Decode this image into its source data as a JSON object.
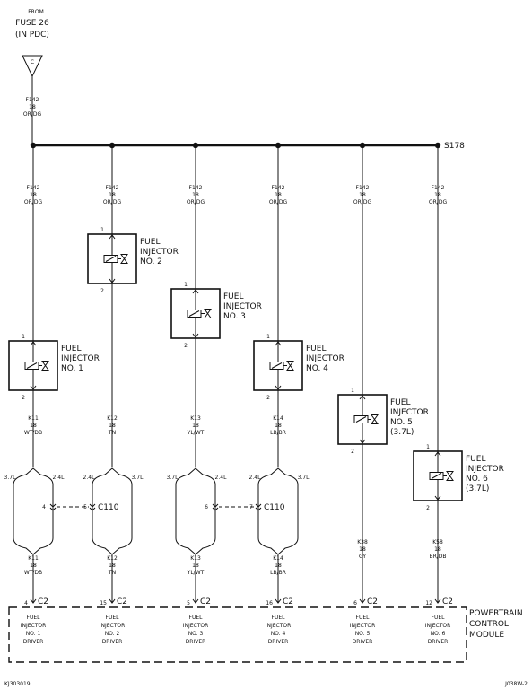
{
  "source": {
    "line1": "FROM",
    "line2": "FUSE 26",
    "line3": "(IN PDC)",
    "symbol": "C"
  },
  "feed_wire": {
    "circuit": "F142",
    "gauge": "18",
    "color": "OR/DG"
  },
  "splice": "S178",
  "connector": "C110",
  "connector_pin": "C2",
  "module": {
    "lines": [
      "POWERTRAIN",
      "CONTROL",
      "MODULE"
    ]
  },
  "footer": {
    "left": "KJ303019",
    "right": "J038W-2"
  },
  "pin_labels": {
    "in": "1",
    "out": "2"
  },
  "engine_tags": {
    "a": "3.7L",
    "b": "2.4L"
  },
  "channels": [
    {
      "injector": [
        "FUEL",
        "INJECTOR",
        "NO. 1"
      ],
      "top": {
        "circuit": "F142",
        "gauge": "18",
        "color": "OR/DG"
      },
      "out": {
        "circuit": "K11",
        "gauge": "18",
        "color": "WT/DB"
      },
      "c110_pin": "4",
      "left_tag": "3.7L",
      "right_tag": "2.4L",
      "pcm_pin": "4",
      "driver": [
        "FUEL",
        "INJECTOR",
        "NO. 1",
        "DRIVER"
      ]
    },
    {
      "injector": [
        "FUEL",
        "INJECTOR",
        "NO. 2"
      ],
      "top": {
        "circuit": "F142",
        "gauge": "18",
        "color": "OR/DG"
      },
      "out": {
        "circuit": "K12",
        "gauge": "18",
        "color": "TN"
      },
      "c110_pin": "5",
      "left_tag": "2.4L",
      "right_tag": "3.7L",
      "pcm_pin": "15",
      "driver": [
        "FUEL",
        "INJECTOR",
        "NO. 2",
        "DRIVER"
      ]
    },
    {
      "injector": [
        "FUEL",
        "INJECTOR",
        "NO. 3"
      ],
      "top": {
        "circuit": "F142",
        "gauge": "18",
        "color": "OR/DG"
      },
      "out": {
        "circuit": "K13",
        "gauge": "18",
        "color": "YL/WT"
      },
      "c110_pin": "6",
      "left_tag": "3.7L",
      "right_tag": "2.4L",
      "pcm_pin": "5",
      "driver": [
        "FUEL",
        "INJECTOR",
        "NO. 3",
        "DRIVER"
      ]
    },
    {
      "injector": [
        "FUEL",
        "INJECTOR",
        "NO. 4"
      ],
      "top": {
        "circuit": "F142",
        "gauge": "18",
        "color": "OR/DG"
      },
      "out": {
        "circuit": "K14",
        "gauge": "18",
        "color": "LB/BR"
      },
      "c110_pin": "7",
      "left_tag": "2.4L",
      "right_tag": "3.7L",
      "pcm_pin": "16",
      "driver": [
        "FUEL",
        "INJECTOR",
        "NO. 4",
        "DRIVER"
      ]
    },
    {
      "injector": [
        "FUEL",
        "INJECTOR",
        "NO. 5",
        "(3.7L)"
      ],
      "top": {
        "circuit": "F142",
        "gauge": "18",
        "color": "OR/DG"
      },
      "out": {
        "circuit": "K38",
        "gauge": "18",
        "color": "GY"
      },
      "pcm_pin": "6",
      "driver": [
        "FUEL",
        "INJECTOR",
        "NO. 5",
        "DRIVER"
      ]
    },
    {
      "injector": [
        "FUEL",
        "INJECTOR",
        "NO. 6",
        "(3.7L)"
      ],
      "top": {
        "circuit": "F142",
        "gauge": "18",
        "color": "OR/DG"
      },
      "out": {
        "circuit": "K58",
        "gauge": "18",
        "color": "BR/DB"
      },
      "pcm_pin": "12",
      "driver": [
        "FUEL",
        "INJECTOR",
        "NO. 6",
        "DRIVER"
      ]
    }
  ]
}
